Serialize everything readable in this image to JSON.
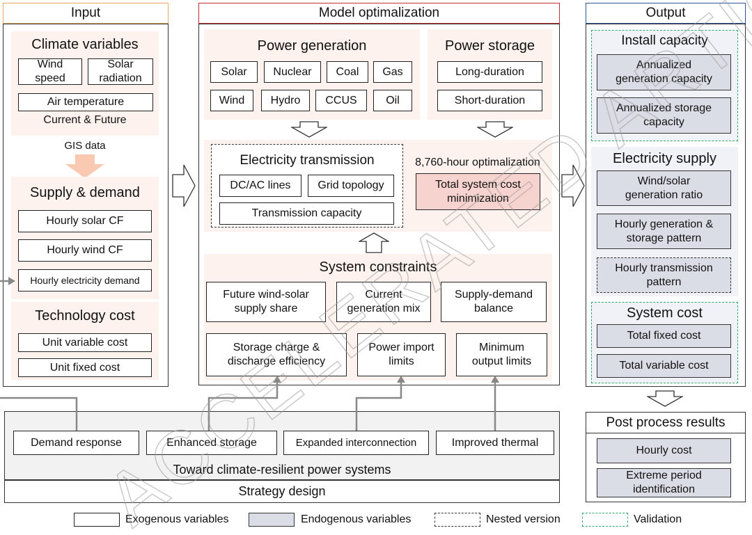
{
  "input": {
    "title": "Input",
    "climate": {
      "title": "Climate variables",
      "wind_speed": "Wind\nspeed",
      "solar_radiation": "Solar\nradiation",
      "air_temperature": "Air temperature",
      "current_future": "Current & Future"
    },
    "gis": "GIS data",
    "supply_demand": {
      "title": "Supply & demand",
      "items": [
        "Hourly solar CF",
        "Hourly wind CF",
        "Hourly electricity demand"
      ]
    },
    "tech_cost": {
      "title": "Technology cost",
      "items": [
        "Unit variable cost",
        "Unit fixed cost"
      ]
    }
  },
  "model": {
    "title": "Model optimalization",
    "power_generation": {
      "title": "Power generation",
      "row1": [
        "Solar",
        "Nuclear",
        "Coal",
        "Gas"
      ],
      "row2": [
        "Wind",
        "Hydro",
        "CCUS",
        "Oil"
      ]
    },
    "power_storage": {
      "title": "Power storage",
      "items": [
        "Long-duration",
        "Short-duration"
      ]
    },
    "transmission": {
      "title": "Electricity transmission",
      "dc_ac": "DC/AC lines",
      "grid": "Grid topology",
      "capacity": "Transmission capacity"
    },
    "optimization": {
      "title": "8,760-hour optimalization",
      "objective": "Total system cost\nminimization"
    },
    "constraints": {
      "title": "System constraints",
      "row1": [
        "Future wind-solar\nsupply share",
        "Current\ngeneration mix",
        "Supply-demand\nbalance"
      ],
      "row2": [
        "Storage charge &\ndischarge efficiency",
        "Power import\nlimits",
        "Minimum\noutput limits"
      ]
    }
  },
  "output": {
    "title": "Output",
    "install": {
      "title": "Install capacity",
      "items": [
        "Annualized\ngeneration capacity",
        "Annualized storage\ncapacity"
      ]
    },
    "supply": {
      "title": "Electricity supply",
      "items": [
        "Wind/solar\ngeneration ratio",
        "Hourly generation &\nstorage pattern",
        "Hourly transmission\npattern"
      ]
    },
    "system_cost": {
      "title": "System cost",
      "items": [
        "Total fixed cost",
        "Total variable cost"
      ]
    }
  },
  "post": {
    "title": "Post process results",
    "items": [
      "Hourly cost",
      "Extreme period\nidentification"
    ]
  },
  "strategy": {
    "items": [
      "Demand response",
      "Enhanced storage",
      "Expanded interconnection",
      "Improved thermal"
    ],
    "caption": "Toward climate-resilient power systems",
    "title": "Strategy design"
  },
  "legend": [
    "Exogenous variables",
    "Endogenous variables",
    "Nested version",
    "Validation"
  ],
  "watermark": "ACCELERATED ARTICLE PREVIEW",
  "colors": {
    "arrow_fill": "#f9c9b2",
    "section_bg": "#fdf2ee",
    "endogenous": "#dbdde6",
    "validation": "#2eaa6a",
    "objective": "#f7d3cf",
    "strategy_bg": "#f2f2f2"
  }
}
